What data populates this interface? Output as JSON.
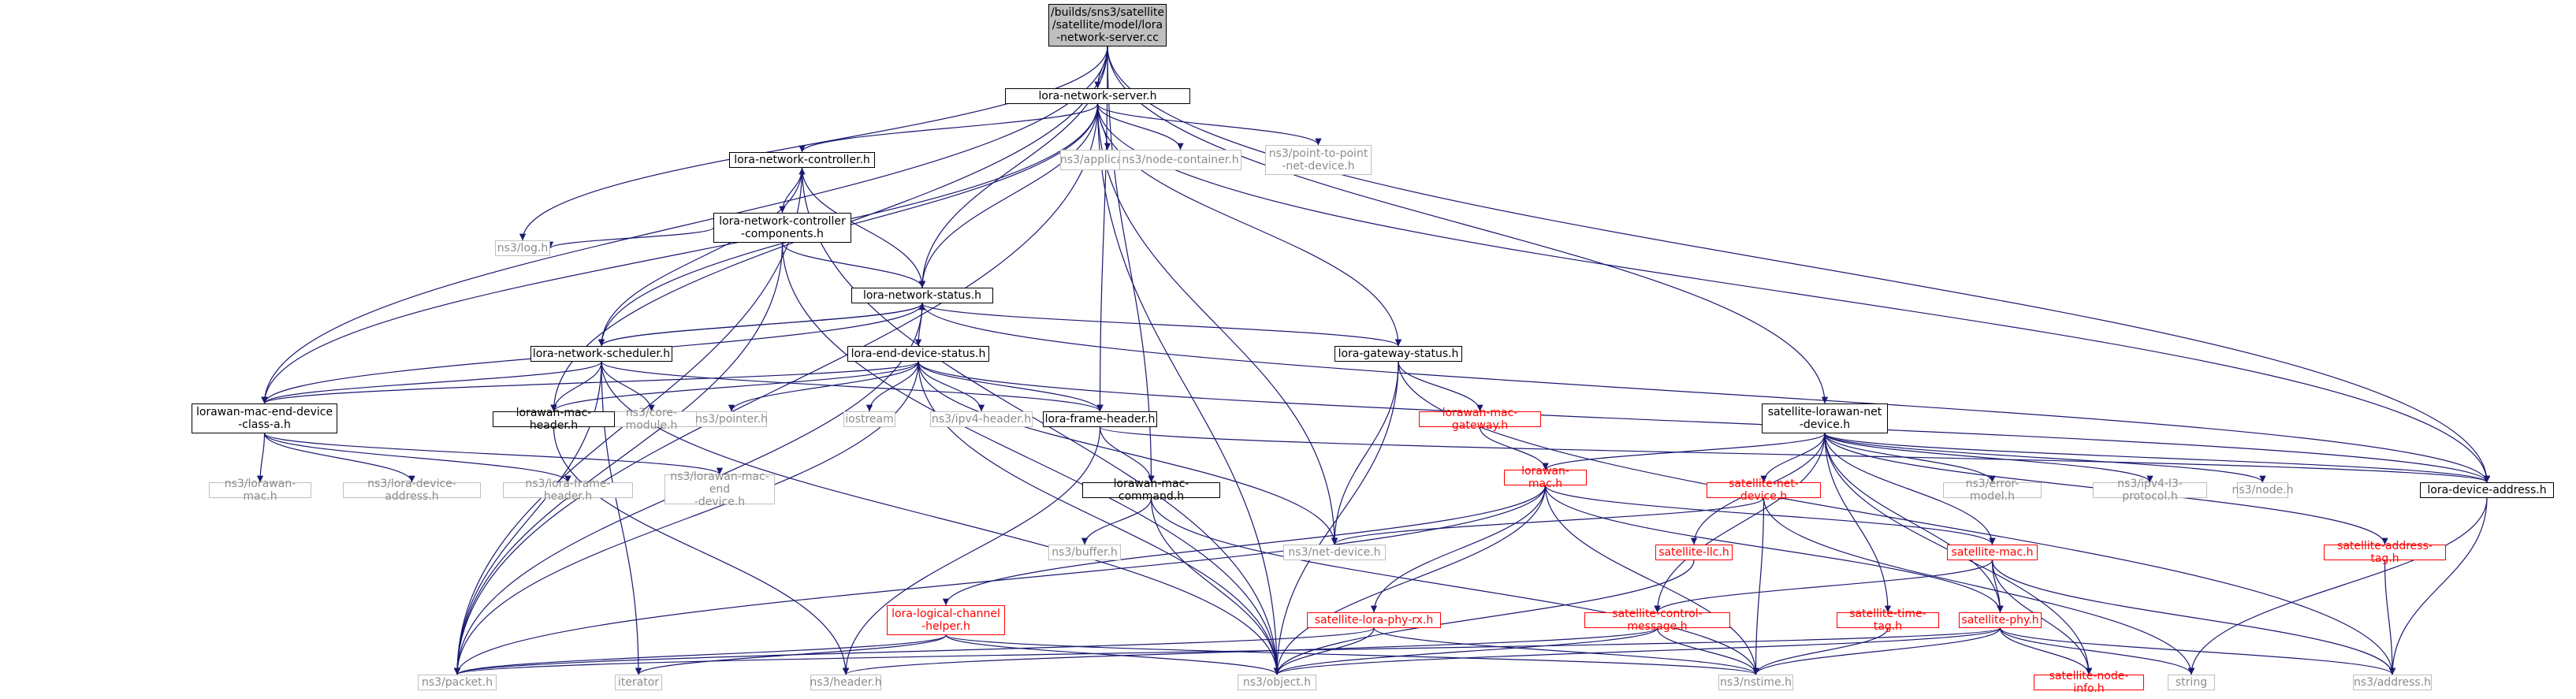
{
  "colors": {
    "edge": "#191970",
    "box_border": "#000000",
    "system_border": "#bfbfbf",
    "system_text": "#8c8c8c",
    "missing_border": "#ff0000",
    "root_fill": "#bfbfbf"
  },
  "nodes": [
    {
      "id": "root",
      "kind": "root",
      "label": "/builds/sns3/satellite\n/satellite/model/lora\n-network-server.cc"
    },
    {
      "id": "lns",
      "kind": "std",
      "label": "lora-network-server.h"
    },
    {
      "id": "lnc",
      "kind": "std",
      "label": "lora-network-controller.h"
    },
    {
      "id": "app",
      "kind": "sys",
      "label": "ns3/application.h"
    },
    {
      "id": "nodec",
      "kind": "sys",
      "label": "ns3/node-container.h"
    },
    {
      "id": "p2p",
      "kind": "sys",
      "label": "ns3/point-to-point\n-net-device.h"
    },
    {
      "id": "lncc",
      "kind": "std",
      "label": "lora-network-controller\n-components.h"
    },
    {
      "id": "log",
      "kind": "sys",
      "label": "ns3/log.h"
    },
    {
      "id": "lnst",
      "kind": "std",
      "label": "lora-network-status.h"
    },
    {
      "id": "lnsch",
      "kind": "std",
      "label": "lora-network-scheduler.h"
    },
    {
      "id": "leds",
      "kind": "std",
      "label": "lora-end-device-status.h"
    },
    {
      "id": "lgs",
      "kind": "std",
      "label": "lora-gateway-status.h"
    },
    {
      "id": "lmed",
      "kind": "std",
      "label": "lorawan-mac-end-device\n-class-a.h"
    },
    {
      "id": "core",
      "kind": "sys",
      "label": "ns3/core-module.h"
    },
    {
      "id": "lmh",
      "kind": "std",
      "label": "lorawan-mac-header.h"
    },
    {
      "id": "ptr",
      "kind": "sys",
      "label": "ns3/pointer.h"
    },
    {
      "id": "ios",
      "kind": "sys",
      "label": "iostream"
    },
    {
      "id": "ipv4h",
      "kind": "sys",
      "label": "ns3/ipv4-header.h"
    },
    {
      "id": "lfh",
      "kind": "std",
      "label": "lora-frame-header.h"
    },
    {
      "id": "lmg",
      "kind": "red",
      "label": "lorawan-mac-gateway.h"
    },
    {
      "id": "slnd",
      "kind": "std",
      "label": "satellite-lorawan-net\n-device.h"
    },
    {
      "id": "lmac",
      "kind": "red",
      "label": "lorawan-mac.h"
    },
    {
      "id": "snd",
      "kind": "red",
      "label": "satellite-net-device.h"
    },
    {
      "id": "errm",
      "kind": "sys",
      "label": "ns3/error-model.h"
    },
    {
      "id": "ipv4l3",
      "kind": "sys",
      "label": "ns3/ipv4-l3-protocol.h"
    },
    {
      "id": "node",
      "kind": "sys",
      "label": "ns3/node.h"
    },
    {
      "id": "lda",
      "kind": "std",
      "label": "lora-device-address.h"
    },
    {
      "id": "nlm",
      "kind": "sys",
      "label": "ns3/lorawan-mac.h"
    },
    {
      "id": "nlda",
      "kind": "sys",
      "label": "ns3/lora-device-address.h"
    },
    {
      "id": "nlfh",
      "kind": "sys",
      "label": "ns3/lora-frame-header.h"
    },
    {
      "id": "nlmed",
      "kind": "sys",
      "label": "ns3/lorawan-mac-end\n-device.h"
    },
    {
      "id": "lmc",
      "kind": "std",
      "label": "lorawan-mac-command.h"
    },
    {
      "id": "buf",
      "kind": "sys",
      "label": "ns3/buffer.h"
    },
    {
      "id": "netdev",
      "kind": "sys",
      "label": "ns3/net-device.h"
    },
    {
      "id": "sllc",
      "kind": "red",
      "label": "satellite-llc.h"
    },
    {
      "id": "smac",
      "kind": "red",
      "label": "satellite-mac.h"
    },
    {
      "id": "sat",
      "kind": "red",
      "label": "satellite-address-tag.h"
    },
    {
      "id": "llch",
      "kind": "red",
      "label": "lora-logical-channel\n-helper.h"
    },
    {
      "id": "slpr",
      "kind": "red",
      "label": "satellite-lora-phy-rx.h"
    },
    {
      "id": "scm",
      "kind": "red",
      "label": "satellite-control-message.h"
    },
    {
      "id": "stt",
      "kind": "red",
      "label": "satellite-time-tag.h"
    },
    {
      "id": "sphy",
      "kind": "red",
      "label": "satellite-phy.h"
    },
    {
      "id": "pkt",
      "kind": "sys",
      "label": "ns3/packet.h"
    },
    {
      "id": "iter",
      "kind": "sys",
      "label": "iterator"
    },
    {
      "id": "hdr",
      "kind": "sys",
      "label": "ns3/header.h"
    },
    {
      "id": "obj",
      "kind": "sys",
      "label": "ns3/object.h"
    },
    {
      "id": "nst",
      "kind": "sys",
      "label": "ns3/nstime.h"
    },
    {
      "id": "sni",
      "kind": "red",
      "label": "satellite-node-info.h"
    },
    {
      "id": "str",
      "kind": "sys",
      "label": "string"
    },
    {
      "id": "addr",
      "kind": "sys",
      "label": "ns3/address.h"
    }
  ],
  "edges": [
    [
      "root",
      "lns"
    ],
    [
      "root",
      "log"
    ],
    [
      "root",
      "lmed"
    ],
    [
      "root",
      "lmh"
    ],
    [
      "root",
      "lnst"
    ],
    [
      "root",
      "lfh"
    ],
    [
      "root",
      "lmc"
    ],
    [
      "root",
      "slnd"
    ],
    [
      "root",
      "lda"
    ],
    [
      "lns",
      "lnc"
    ],
    [
      "lns",
      "app"
    ],
    [
      "lns",
      "nodec"
    ],
    [
      "lns",
      "p2p"
    ],
    [
      "lns",
      "lnst"
    ],
    [
      "lns",
      "lnsch"
    ],
    [
      "lns",
      "lgs"
    ],
    [
      "lns",
      "lmed"
    ],
    [
      "lns",
      "pkt"
    ],
    [
      "lns",
      "obj"
    ],
    [
      "lns",
      "netdev"
    ],
    [
      "lns",
      "lda"
    ],
    [
      "lnc",
      "lncc"
    ],
    [
      "lnc",
      "lnst"
    ],
    [
      "lnc",
      "pkt"
    ],
    [
      "lnc",
      "obj"
    ],
    [
      "lncc",
      "log"
    ],
    [
      "lncc",
      "lnst"
    ],
    [
      "lncc",
      "pkt"
    ],
    [
      "lncc",
      "obj"
    ],
    [
      "lnst",
      "lnsch"
    ],
    [
      "lnst",
      "leds"
    ],
    [
      "lnst",
      "lgs"
    ],
    [
      "lnst",
      "lmed"
    ],
    [
      "lnst",
      "lda"
    ],
    [
      "lnst",
      "pkt"
    ],
    [
      "lnsch",
      "lnc"
    ],
    [
      "lnsch",
      "lnst"
    ],
    [
      "lnsch",
      "core"
    ],
    [
      "lnsch",
      "lmh"
    ],
    [
      "lnsch",
      "lmed"
    ],
    [
      "lnsch",
      "lfh"
    ],
    [
      "lnsch",
      "pkt"
    ],
    [
      "lnsch",
      "obj"
    ],
    [
      "lnsch",
      "iter"
    ],
    [
      "leds",
      "lmh"
    ],
    [
      "leds",
      "ptr"
    ],
    [
      "leds",
      "ios"
    ],
    [
      "leds",
      "ipv4h"
    ],
    [
      "leds",
      "lfh"
    ],
    [
      "leds",
      "lmed"
    ],
    [
      "leds",
      "netdev"
    ],
    [
      "leds",
      "obj"
    ],
    [
      "leds",
      "lda"
    ],
    [
      "leds",
      "pkt"
    ],
    [
      "lgs",
      "lmg"
    ],
    [
      "lgs",
      "netdev"
    ],
    [
      "lgs",
      "obj"
    ],
    [
      "lgs",
      "addr"
    ],
    [
      "lmg",
      "lmac"
    ],
    [
      "lmed",
      "nlm"
    ],
    [
      "lmed",
      "nlda"
    ],
    [
      "lmed",
      "nlfh"
    ],
    [
      "lmed",
      "nlmed"
    ],
    [
      "lmh",
      "hdr"
    ],
    [
      "lfh",
      "lmc"
    ],
    [
      "lfh",
      "hdr"
    ],
    [
      "lfh",
      "lda"
    ],
    [
      "lmc",
      "buf"
    ],
    [
      "lmc",
      "obj"
    ],
    [
      "lmc",
      "nst"
    ],
    [
      "slnd",
      "lmac"
    ],
    [
      "slnd",
      "snd"
    ],
    [
      "slnd",
      "errm"
    ],
    [
      "slnd",
      "ipv4l3"
    ],
    [
      "slnd",
      "node"
    ],
    [
      "slnd",
      "lda"
    ],
    [
      "slnd",
      "sllc"
    ],
    [
      "slnd",
      "smac"
    ],
    [
      "slnd",
      "sat"
    ],
    [
      "slnd",
      "stt"
    ],
    [
      "slnd",
      "scm"
    ],
    [
      "slnd",
      "sphy"
    ],
    [
      "slnd",
      "sni"
    ],
    [
      "lmac",
      "smac"
    ],
    [
      "lmac",
      "llch"
    ],
    [
      "lmac",
      "slpr"
    ],
    [
      "lmac",
      "sphy"
    ],
    [
      "lmac",
      "obj"
    ],
    [
      "lmac",
      "pkt"
    ],
    [
      "lmac",
      "nst"
    ],
    [
      "snd",
      "netdev"
    ],
    [
      "snd",
      "str"
    ],
    [
      "snd",
      "nst"
    ],
    [
      "sllc",
      "obj"
    ],
    [
      "smac",
      "scm"
    ],
    [
      "smac",
      "sphy"
    ],
    [
      "smac",
      "sni"
    ],
    [
      "smac",
      "addr"
    ],
    [
      "sat",
      "addr"
    ],
    [
      "llch",
      "pkt"
    ],
    [
      "llch",
      "iter"
    ],
    [
      "llch",
      "obj"
    ],
    [
      "llch",
      "nst"
    ],
    [
      "slpr",
      "pkt"
    ],
    [
      "slpr",
      "obj"
    ],
    [
      "slpr",
      "nst"
    ],
    [
      "scm",
      "obj"
    ],
    [
      "scm",
      "hdr"
    ],
    [
      "scm",
      "nst"
    ],
    [
      "stt",
      "nst"
    ],
    [
      "sphy",
      "pkt"
    ],
    [
      "sphy",
      "obj"
    ],
    [
      "sphy",
      "nst"
    ],
    [
      "sphy",
      "sni"
    ],
    [
      "sphy",
      "str"
    ],
    [
      "sphy",
      "addr"
    ],
    [
      "lda",
      "str"
    ],
    [
      "lda",
      "addr"
    ]
  ]
}
